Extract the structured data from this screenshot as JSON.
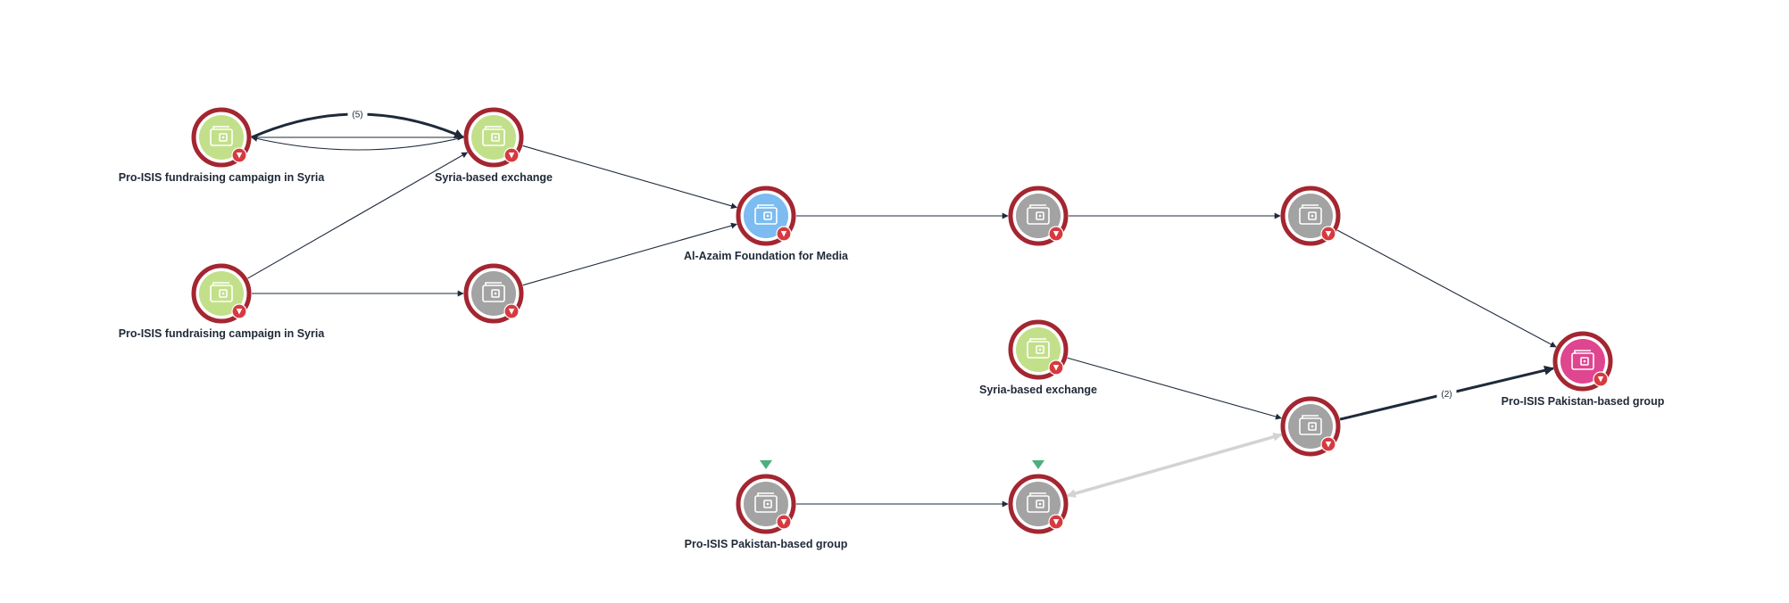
{
  "graph": {
    "nodes": [
      {
        "id": "n1",
        "label": "Pro-ISIS fundraising campaign in Syria",
        "color": "#c2e08a",
        "flag": false
      },
      {
        "id": "n2",
        "label": "Syria-based exchange",
        "color": "#c2e08a",
        "flag": false
      },
      {
        "id": "n3",
        "label": "Pro-ISIS fundraising campaign in Syria",
        "color": "#c2e08a",
        "flag": false
      },
      {
        "id": "n4",
        "label": "",
        "color": "#a3a3a3",
        "flag": false
      },
      {
        "id": "n5",
        "label": "Al-Azaim Foundation for Media",
        "color": "#7cbcf0",
        "flag": false
      },
      {
        "id": "n6",
        "label": "",
        "color": "#a3a3a3",
        "flag": false
      },
      {
        "id": "n7",
        "label": "",
        "color": "#a3a3a3",
        "flag": false
      },
      {
        "id": "n8",
        "label": "Syria-based exchange",
        "color": "#c2e08a",
        "flag": false
      },
      {
        "id": "n9",
        "label": "Pro-ISIS Pakistan-based group",
        "color": "#e0458f",
        "flag": false
      },
      {
        "id": "n10",
        "label": "",
        "color": "#a3a3a3",
        "flag": false
      },
      {
        "id": "n11",
        "label": "Pro-ISIS Pakistan-based group",
        "color": "#a3a3a3",
        "flag": true
      },
      {
        "id": "n12",
        "label": "",
        "color": "#a3a3a3",
        "flag": true
      }
    ],
    "edges": [
      {
        "from": "n1",
        "to": "n2",
        "label": "(5)",
        "style": "bold"
      },
      {
        "from": "n1",
        "to": "n2",
        "label": "",
        "style": "normal"
      },
      {
        "from": "n2",
        "to": "n1",
        "label": "",
        "style": "normal"
      },
      {
        "from": "n3",
        "to": "n2",
        "label": "",
        "style": "normal"
      },
      {
        "from": "n3",
        "to": "n4",
        "label": "",
        "style": "normal"
      },
      {
        "from": "n2",
        "to": "n5",
        "label": "",
        "style": "normal"
      },
      {
        "from": "n4",
        "to": "n5",
        "label": "",
        "style": "normal"
      },
      {
        "from": "n5",
        "to": "n6",
        "label": "",
        "style": "normal"
      },
      {
        "from": "n6",
        "to": "n7",
        "label": "",
        "style": "normal"
      },
      {
        "from": "n7",
        "to": "n9",
        "label": "",
        "style": "normal"
      },
      {
        "from": "n8",
        "to": "n10",
        "label": "",
        "style": "normal"
      },
      {
        "from": "n10",
        "to": "n9",
        "label": "(2)",
        "style": "bold"
      },
      {
        "from": "n11",
        "to": "n12",
        "label": "",
        "style": "normal"
      },
      {
        "from": "n12",
        "to": "n10",
        "label": "",
        "style": "bidirectional-gray"
      }
    ]
  },
  "colors": {
    "ring": "#a32630",
    "badge": "#d63a40",
    "edge": "#1e2a3a",
    "edge_gray": "#d3d3d3",
    "flag": "#4caf7d",
    "icon": "#ffffff"
  },
  "icons": {
    "node": "wallet-icon",
    "badge": "alert-badge-icon",
    "flag": "triangle-marker-icon"
  }
}
